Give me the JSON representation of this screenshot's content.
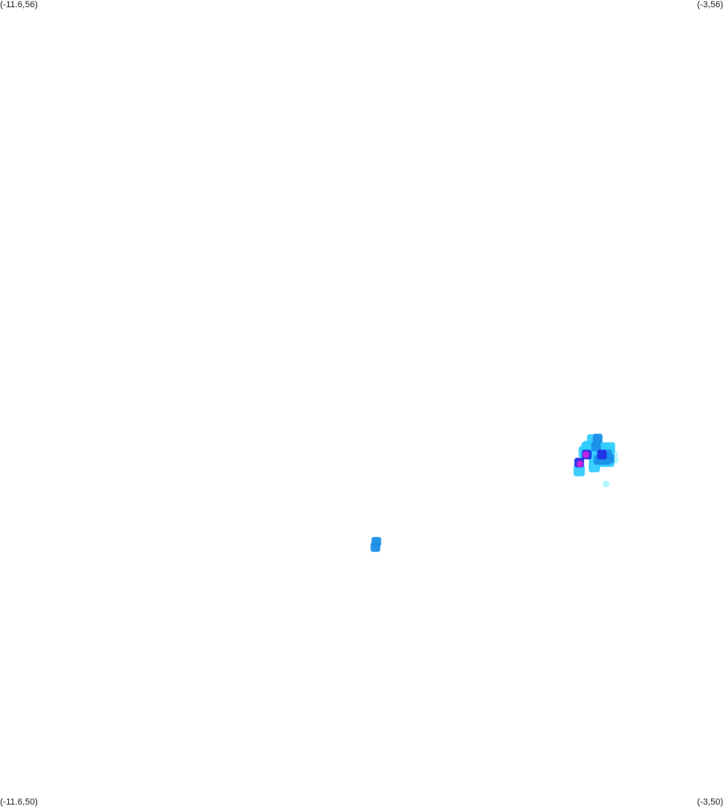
{
  "corners": {
    "top_left": "(-11.6,56)",
    "top_right": "(-3,56)",
    "bottom_left": "(-11.6,50)",
    "bottom_right": "(-3,50)"
  },
  "colors": {
    "background": "#ffffff",
    "very_low": "#aaf6fb",
    "low": "#33ccff",
    "medium": "#1a8fe8",
    "high": "#1f2fe6",
    "very_high": "#cc22dd"
  },
  "chart_data": {
    "type": "heatmap",
    "xlim": [
      -11.6,
      -3
    ],
    "ylim": [
      50,
      56
    ],
    "intensity_scale": [
      "very_low",
      "low",
      "medium",
      "high",
      "very_high"
    ],
    "cells": [
      {
        "lon": -4.63,
        "lat": 52.66,
        "level": "low"
      },
      {
        "lon": -4.56,
        "lat": 52.72,
        "level": "low"
      },
      {
        "lon": -4.5,
        "lat": 52.73,
        "level": "medium"
      },
      {
        "lon": -4.52,
        "lat": 52.67,
        "level": "medium"
      },
      {
        "lon": -4.63,
        "lat": 52.61,
        "level": "high"
      },
      {
        "lon": -4.64,
        "lat": 52.61,
        "level": "very_high"
      },
      {
        "lon": -4.58,
        "lat": 52.64,
        "level": "low"
      },
      {
        "lon": -4.54,
        "lat": 52.59,
        "level": "low"
      },
      {
        "lon": -4.46,
        "lat": 52.66,
        "level": "low"
      },
      {
        "lon": -4.42,
        "lat": 52.65,
        "level": "low"
      },
      {
        "lon": -4.45,
        "lat": 52.61,
        "level": "high"
      },
      {
        "lon": -4.39,
        "lat": 52.61,
        "level": "medium"
      },
      {
        "lon": -4.37,
        "lat": 52.63,
        "level": "low"
      },
      {
        "lon": -4.36,
        "lat": 52.66,
        "level": "low"
      },
      {
        "lon": -4.36,
        "lat": 52.58,
        "level": "medium"
      },
      {
        "lon": -4.37,
        "lat": 52.56,
        "level": "low"
      },
      {
        "lon": -4.4,
        "lat": 52.57,
        "level": "medium"
      },
      {
        "lon": -4.49,
        "lat": 52.57,
        "level": "medium"
      },
      {
        "lon": -4.45,
        "lat": 52.56,
        "level": "low"
      },
      {
        "lon": -4.54,
        "lat": 52.52,
        "level": "low"
      },
      {
        "lon": -4.72,
        "lat": 52.55,
        "level": "high"
      },
      {
        "lon": -4.71,
        "lat": 52.54,
        "level": "very_high"
      },
      {
        "lon": -4.72,
        "lat": 52.49,
        "level": "low"
      },
      {
        "lon": -4.3,
        "lat": 52.61,
        "level": "very_low"
      },
      {
        "lon": -4.29,
        "lat": 52.57,
        "level": "very_low"
      },
      {
        "lon": -4.4,
        "lat": 52.39,
        "level": "very_low"
      },
      {
        "lon": -4.61,
        "lat": 52.67,
        "level": "low"
      },
      {
        "lon": -4.66,
        "lat": 52.63,
        "level": "low"
      },
      {
        "lon": -7.13,
        "lat": 51.96,
        "level": "medium"
      },
      {
        "lon": -7.14,
        "lat": 51.92,
        "level": "medium"
      }
    ]
  }
}
